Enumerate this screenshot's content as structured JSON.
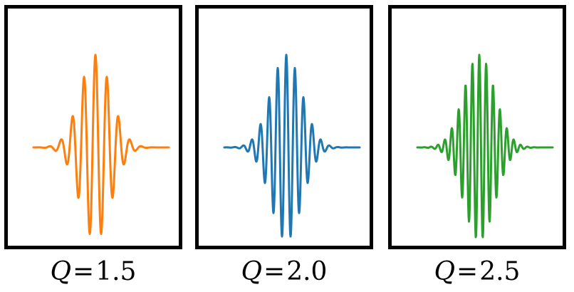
{
  "panels": [
    {
      "q_symbol": "Q",
      "equals": "=",
      "q_value": "1.5",
      "color": "#ff7f0e"
    },
    {
      "q_symbol": "Q",
      "equals": "=",
      "q_value": "2.0",
      "color": "#1f77b4"
    },
    {
      "q_symbol": "Q",
      "equals": "=",
      "q_value": "2.5",
      "color": "#2ca02c"
    }
  ]
}
